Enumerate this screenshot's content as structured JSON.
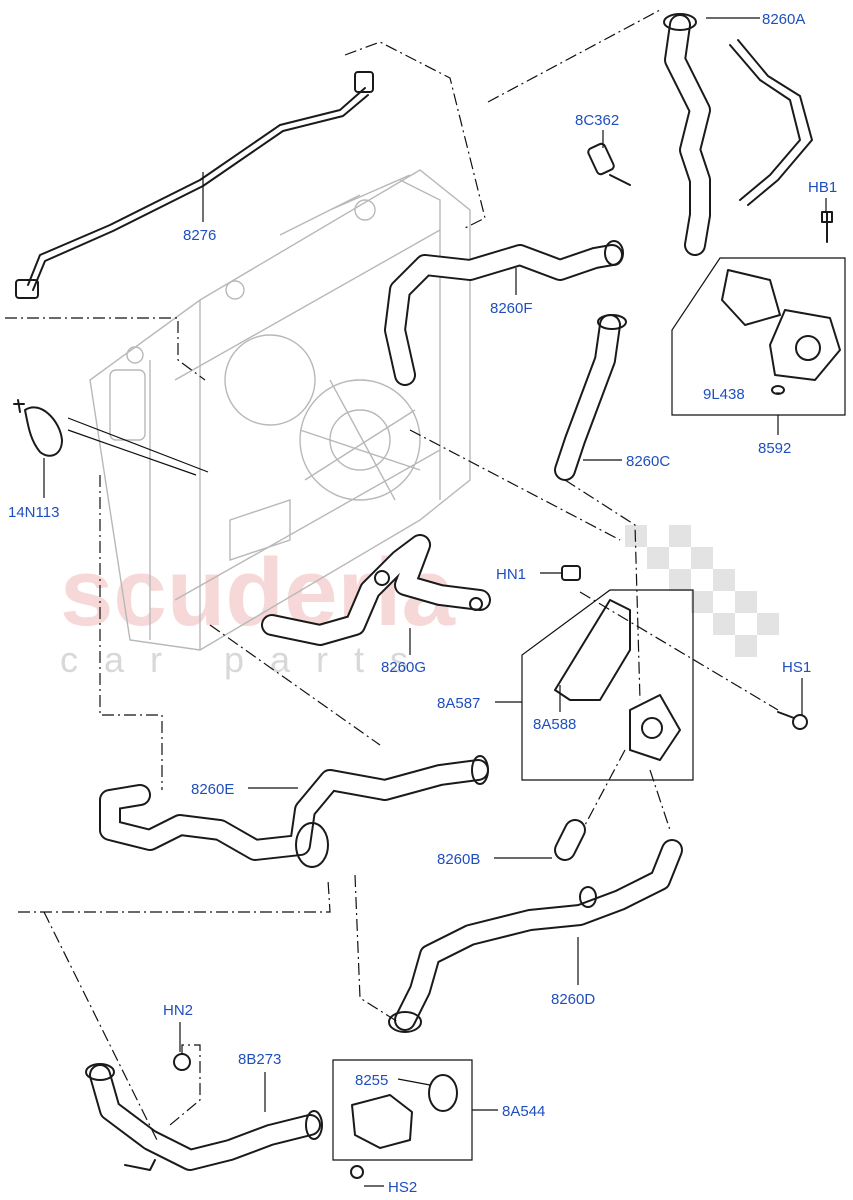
{
  "diagram": {
    "watermark": {
      "brand": "scuderia",
      "subline": "car parts"
    },
    "parts": {
      "p8260A": "8260A",
      "p8C362": "8C362",
      "pHB1": "HB1",
      "p8276": "8276",
      "p8260F": "8260F",
      "p9L438": "9L438",
      "p8592": "8592",
      "p14N113": "14N113",
      "p8260C": "8260C",
      "pHN1": "HN1",
      "pHS1": "HS1",
      "p8260G": "8260G",
      "p8A587": "8A587",
      "p8A588": "8A588",
      "p8260E": "8260E",
      "p8260B": "8260B",
      "p8260D": "8260D",
      "pHN2": "HN2",
      "p8B273": "8B273",
      "p8255": "8255",
      "p8A544": "8A544",
      "pHS2": "HS2"
    }
  }
}
